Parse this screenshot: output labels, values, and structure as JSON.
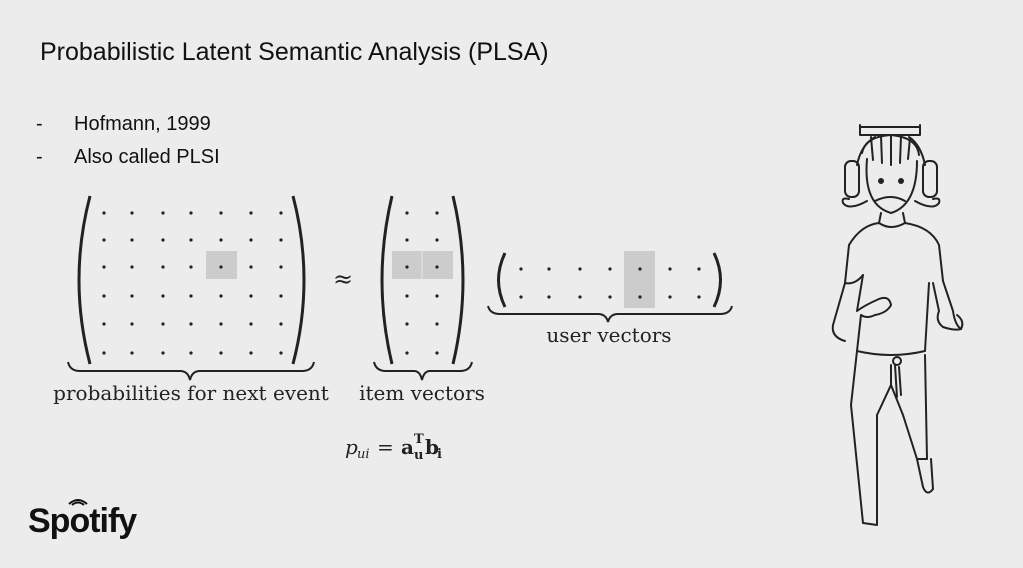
{
  "slide": {
    "title": "Probabilistic Latent Semantic Analysis (PLSA)",
    "bullets": [
      {
        "marker": "-",
        "text": "Hofmann, 1999"
      },
      {
        "marker": "-",
        "text": "Also called PLSI"
      }
    ]
  },
  "diagram": {
    "approx_symbol": "≈",
    "label_probabilities": "probabilities for next event",
    "label_item_vectors": "item vectors",
    "label_user_vectors": "user vectors",
    "highlight_color": "#cccccc"
  },
  "formula": {
    "lhs_base": "p",
    "lhs_sub": "ui",
    "equals": "=",
    "a_base": "a",
    "a_sub": "u",
    "a_sup": "T",
    "b_base": "b",
    "b_sub": "i"
  },
  "logo": {
    "text": "Spotify",
    "icon": "spotify-waves-icon"
  },
  "illustration": {
    "icon": "headphones-person-drawing"
  }
}
